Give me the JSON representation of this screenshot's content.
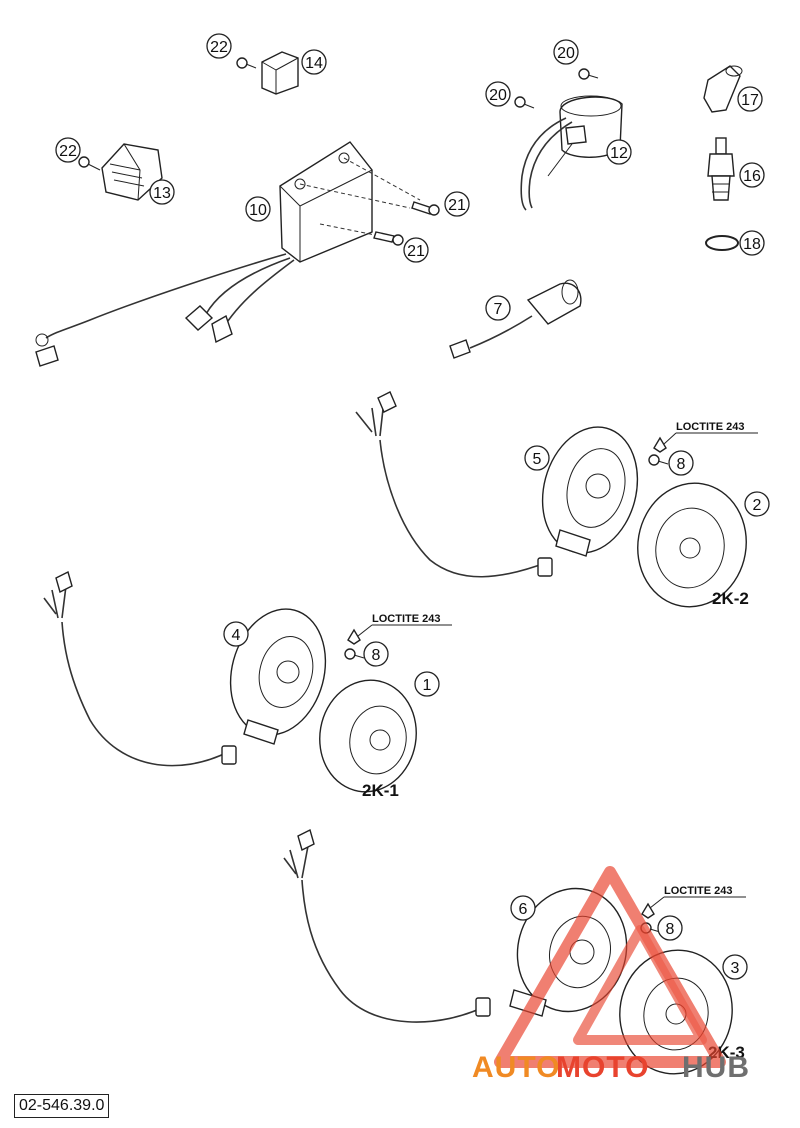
{
  "callouts": [
    "1",
    "2",
    "3",
    "4",
    "5",
    "6",
    "7",
    "8",
    "8",
    "8",
    "10",
    "12",
    "13",
    "14",
    "16",
    "17",
    "18",
    "20",
    "20",
    "21",
    "21",
    "22",
    "22"
  ],
  "variants": {
    "v1": "2K-1",
    "v2": "2K-2",
    "v3": "2K-3"
  },
  "notes": {
    "loctite": "LOCTITE 243"
  },
  "watermark": {
    "auto": "AUTO",
    "moto": "MOTO",
    "hub": "HUB"
  },
  "doc_id": "02-546.39.0",
  "colors": {
    "watermark_red": "#e8432e",
    "watermark_orange": "#f08a24",
    "watermark_gray": "#6f6f6f"
  }
}
